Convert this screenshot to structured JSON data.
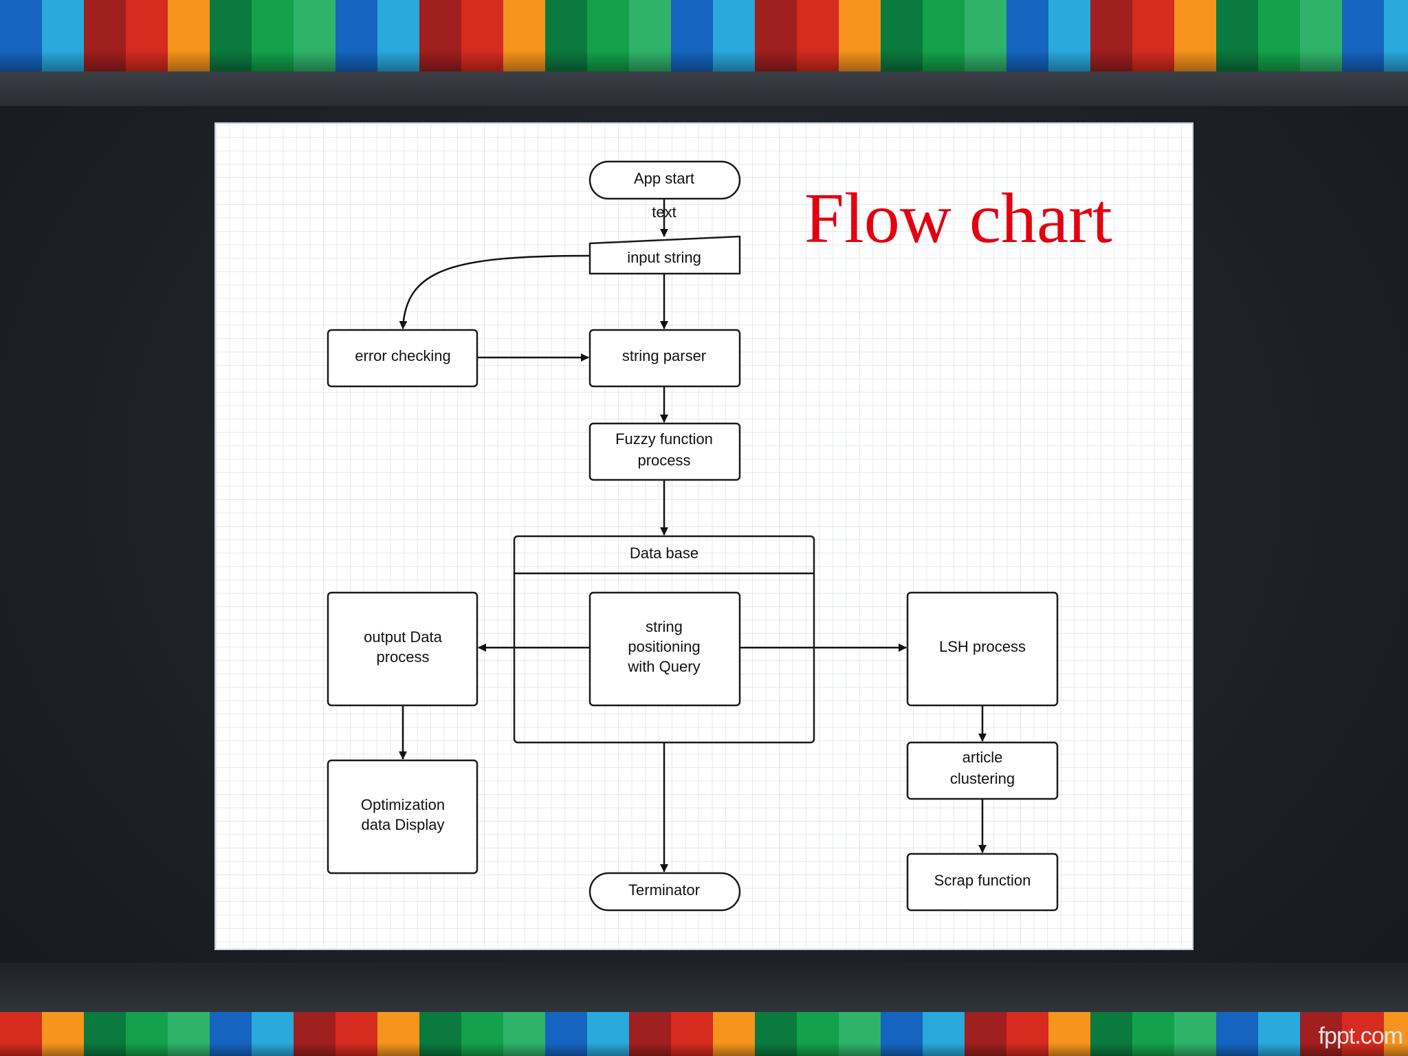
{
  "slide": {
    "title": "Flow chart",
    "title_color": "#e3000f",
    "watermark": "fppt.com"
  },
  "stripe_colors": [
    "#1565c0",
    "#29a9dc",
    "#a01f1f",
    "#d62b1f",
    "#f7941d",
    "#0b7a3e",
    "#13a24b",
    "#2fb36a"
  ],
  "diagram": {
    "start": "App start",
    "start_edge_label": "text",
    "input": "input string",
    "error": "error checking",
    "parser": "string parser",
    "fuzzy": [
      "Fuzzy function",
      "process"
    ],
    "database": "Data base",
    "query": [
      "string",
      "positioning",
      "with Query"
    ],
    "output": [
      "output Data",
      "process"
    ],
    "lsh": "LSH process",
    "optimization": [
      "Optimization",
      "data Display"
    ],
    "terminator": "Terminator",
    "clustering": [
      "article",
      "clustering"
    ],
    "scrap": "Scrap function"
  }
}
